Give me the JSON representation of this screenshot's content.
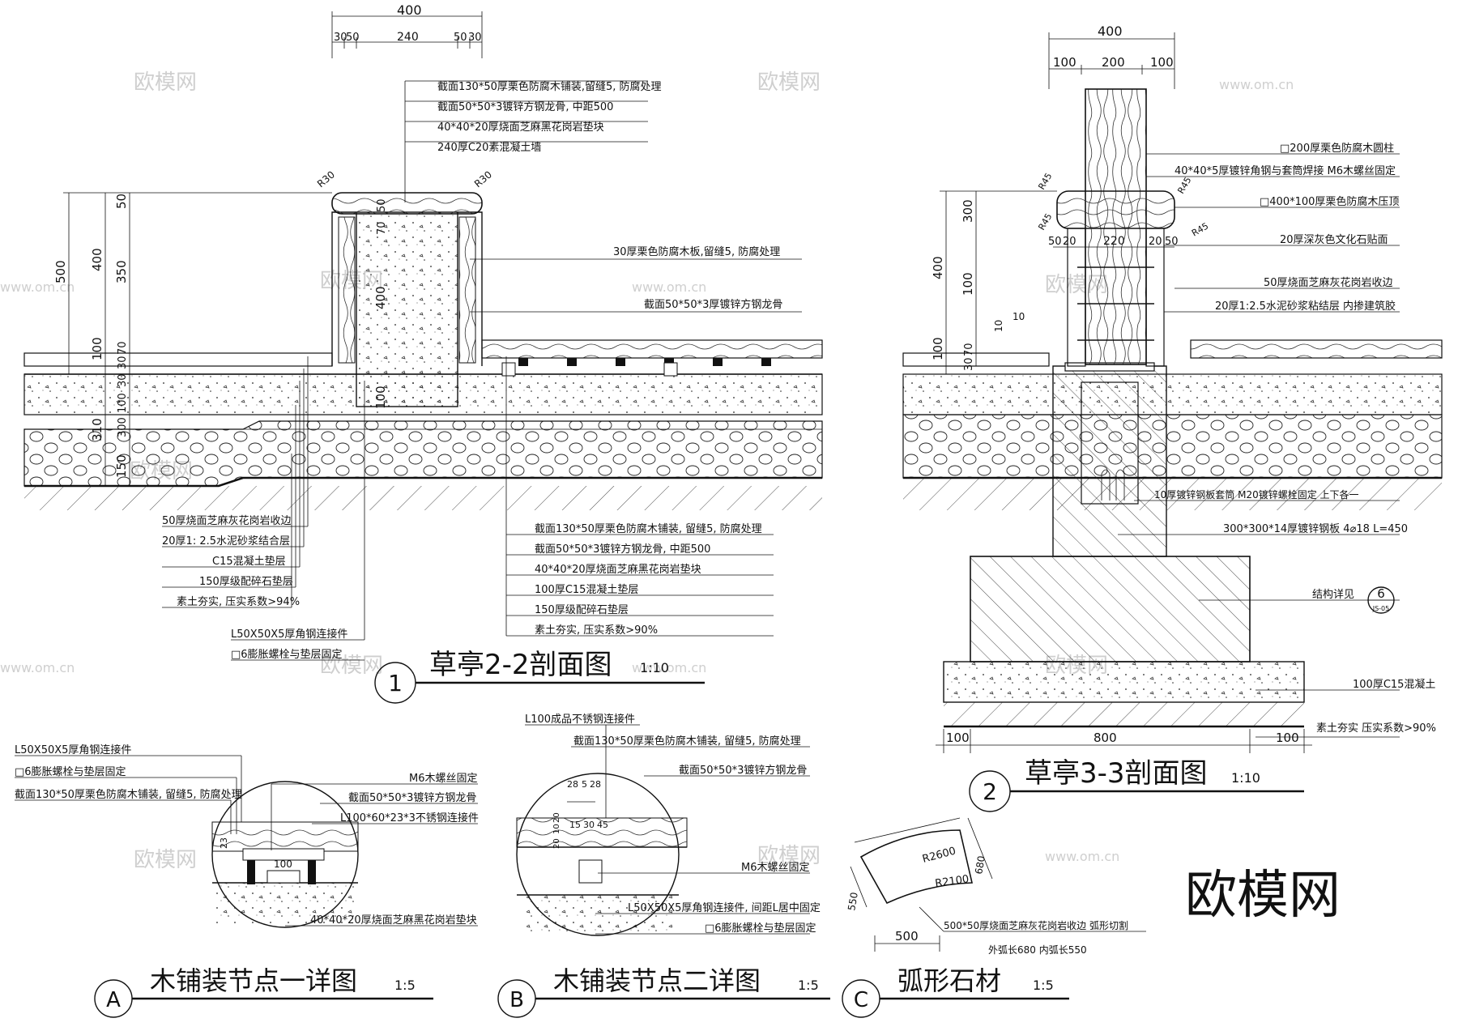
{
  "watermark": {
    "brand": "欧模网",
    "url": "www.om.cn",
    "url_full": "www.om.cn",
    "big_logo": "欧模网"
  },
  "sec1": {
    "circle": "1",
    "title": "草亭2-2剖面图",
    "scale": "1:10",
    "top_dims": {
      "total": "400",
      "parts": [
        "30",
        "50",
        "240",
        "50",
        "30"
      ]
    },
    "radii": [
      "R30",
      "R30"
    ],
    "left_dims": [
      "500",
      "400",
      "100",
      "50",
      "350",
      "70",
      "30",
      "30",
      "100",
      "300",
      "310",
      "150"
    ],
    "inner_dims": [
      "400",
      "100",
      "70",
      "50"
    ],
    "top_labels": [
      "截面130*50厚栗色防腐木铺装,留缝5, 防腐处理",
      "截面50*50*3镀锌方钢龙骨, 中距500",
      "40*40*20厚烧面芝麻黑花岗岩垫块",
      "240厚C20素混凝土墙"
    ],
    "mid_labels": [
      "30厚栗色防腐木板,留缝5, 防腐处理",
      "截面50*50*3厚镀锌方钢龙骨"
    ],
    "left_labels": [
      "50厚烧面芝麻灰花岗岩收边",
      "20厚1: 2.5水泥砂浆结合层",
      "C15混凝土垫层",
      "150厚级配碎石垫层",
      "素土夯实, 压实系数>94%"
    ],
    "bottom_labels": [
      "L50X50X5厚角钢连接件",
      "□6膨胀螺栓与垫层固定"
    ],
    "right_labels": [
      "截面130*50厚栗色防腐木铺装, 留缝5, 防腐处理",
      "截面50*50*3镀锌方钢龙骨, 中距500",
      "40*40*20厚烧面芝麻黑花岗岩垫块",
      "100厚C15混凝土垫层",
      "150厚级配碎石垫层",
      "素土夯实, 压实系数>90%"
    ]
  },
  "sec2": {
    "circle": "2",
    "title": "草亭3-3剖面图",
    "scale": "1:10",
    "top_dims": {
      "total": "400",
      "parts": [
        "100",
        "200",
        "100"
      ]
    },
    "radii": [
      "R45",
      "R45",
      "R45",
      "R45"
    ],
    "left_dims": [
      "400",
      "100",
      "300",
      "100",
      "70",
      "30",
      "10",
      "10"
    ],
    "mid_dims": [
      "50",
      "20",
      "220",
      "20",
      "50"
    ],
    "bottom_dims": [
      "100",
      "800",
      "100"
    ],
    "labels": [
      "□200厚栗色防腐木圆柱",
      "40*40*5厚镀锌角钢与套筒焊接 M6木螺丝固定",
      "□400*100厚栗色防腐木压顶",
      "20厚深灰色文化石贴面",
      "50厚烧面芝麻灰花岗岩收边",
      "20厚1:2.5水泥砂浆粘结层 内掺建筑胶",
      "10厚镀锌钢板套筒 M20镀锌螺栓固定 上下各一",
      "300*300*14厚镀锌钢板 4⌀18 L=450",
      "结构详见",
      "100厚C15混凝土",
      "素土夯实 压实系数>90%"
    ],
    "detail_ref": {
      "num": "6",
      "sheet": "JS-05"
    }
  },
  "secA": {
    "circle": "A",
    "title": "木铺装节点一详图",
    "scale": "1:5",
    "labels": [
      "L50X50X5厚角钢连接件",
      "□6膨胀螺栓与垫层固定",
      "截面130*50厚栗色防腐木铺装, 留缝5, 防腐处理",
      "M6木螺丝固定",
      "截面50*50*3镀锌方钢龙骨",
      "L100*60*23*3不锈钢连接件",
      "40*40*20厚烧面芝麻黑花岗岩垫块"
    ],
    "dims": [
      "23",
      "100"
    ]
  },
  "secB": {
    "circle": "B",
    "title": "木铺装节点二详图",
    "scale": "1:5",
    "labels": [
      "L100成品不锈钢连接件",
      "截面130*50厚栗色防腐木铺装, 留缝5, 防腐处理",
      "截面50*50*3镀锌方钢龙骨",
      "M6木螺丝固定",
      "L50X50X5厚角钢连接件, 间距L居中固定",
      "□6膨胀螺栓与垫层固定"
    ],
    "dims": [
      "28",
      "5",
      "28",
      "15",
      "30",
      "45",
      "20",
      "10",
      "20"
    ]
  },
  "secC": {
    "circle": "C",
    "title": "弧形石材",
    "scale": "1:5",
    "labels": [
      "R2600",
      "R2100",
      "680",
      "550",
      "500",
      "500*50厚烧面芝麻灰花岗岩收边  弧形切割",
      "外弧长680 内弧长550"
    ]
  }
}
